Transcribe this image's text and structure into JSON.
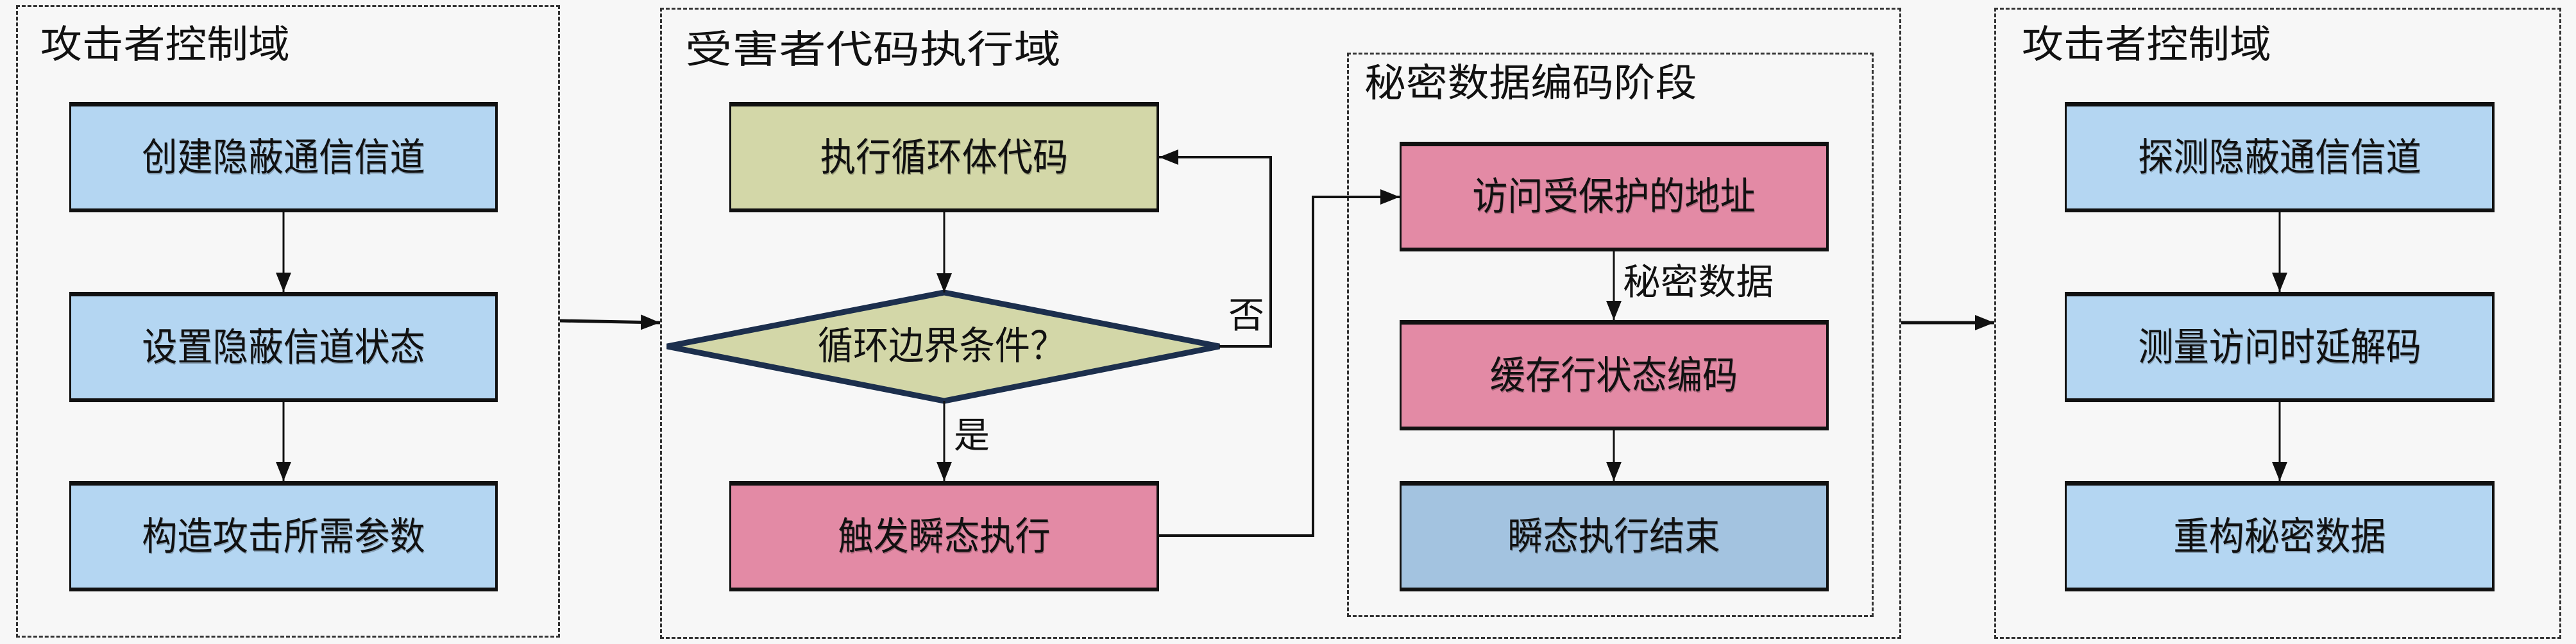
{
  "colors": {
    "background": "#f7f7f7",
    "attacker_box": "#b4d6f2",
    "loop_box": "#d3d7a8",
    "transient_box": "#e38aa5",
    "end_box": "#a3c3e0",
    "diamond_border": "#1c2f4d",
    "line": "#111111"
  },
  "panels": {
    "attacker_setup": {
      "title": "攻击者控制域",
      "steps": [
        "创建隐蔽通信信道",
        "设置隐蔽信道状态",
        "构造攻击所需参数"
      ]
    },
    "victim": {
      "title": "受害者代码执行域",
      "loop_body": "执行循环体代码",
      "condition": "循环边界条件？",
      "trigger": "触发瞬态执行",
      "no_label": "否",
      "yes_label": "是"
    },
    "encoding": {
      "title": "秘密数据编码阶段",
      "steps": [
        "访问受保护的地址",
        "缓存行状态编码",
        "瞬态执行结束"
      ],
      "edge_label": "秘密数据"
    },
    "attacker_recover": {
      "title": "攻击者控制域",
      "steps": [
        "探测隐蔽通信信道",
        "测量访问时延解码",
        "重构秘密数据"
      ]
    }
  }
}
